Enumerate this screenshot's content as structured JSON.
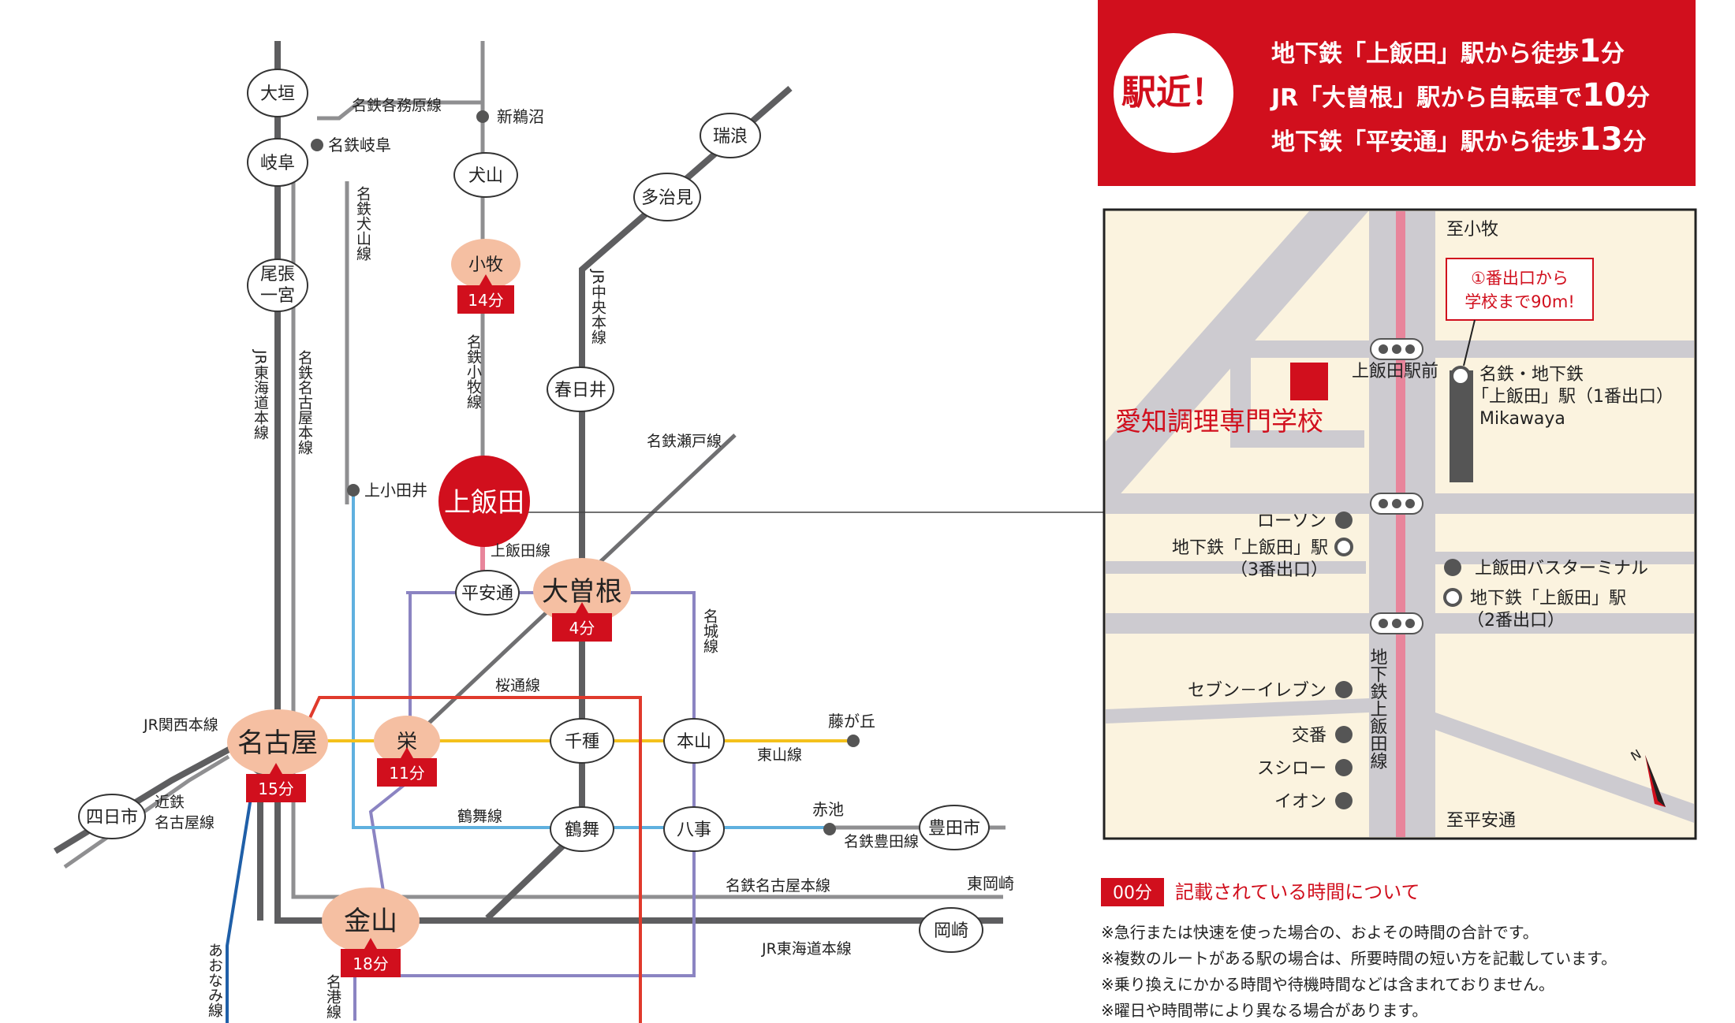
{
  "banner": {
    "badge": "駅近！",
    "lines": [
      {
        "pre": "地下鉄「上飯田」駅から徒歩",
        "num": "1",
        "post": "分"
      },
      {
        "pre": "JR「大曽根」駅から自転車で",
        "num": "10",
        "post": "分"
      },
      {
        "pre": "地下鉄「平安通」駅から徒歩",
        "num": "13",
        "post": "分"
      }
    ]
  },
  "rail_map": {
    "stations": {
      "oogaki": "大垣",
      "gifu": "岐阜",
      "owari_line1": "尾張",
      "owari_line2": "一宮",
      "inuyama": "犬山",
      "komaki": "小牧",
      "tajimi": "多治見",
      "mizunami": "瑞浪",
      "kasugai": "春日井",
      "kamiiida": "上飯田",
      "heiando": "平安通",
      "ozone": "大曽根",
      "nagoya": "名古屋",
      "sakae": "栄",
      "chikusa": "千種",
      "motoyama": "本山",
      "tsurumai": "鶴舞",
      "yagoto": "八事",
      "kanayama": "金山",
      "yokkaichi": "四日市",
      "toyotashi": "豊田市",
      "okazaki": "岡崎",
      "shin_unuma": "新鵜沼",
      "meitetsu_gifu": "名鉄岐阜",
      "kamiotai": "上小田井",
      "fujigaoka": "藤が丘",
      "akaike": "赤池",
      "higashiokazaki": "東岡崎"
    },
    "times": {
      "komaki": "14分",
      "ozone": "4分",
      "sakae": "11分",
      "nagoya": "15分",
      "kanayama": "18分"
    },
    "lines": {
      "kakamigahara": "名鉄各務原線",
      "inuyama_v": "名鉄犬山線",
      "komaki_v": "名鉄小牧線",
      "chuo_v": "JR中央本線",
      "tokaido_v": "JR東海道本線",
      "meitetsu_nagoya_v": "名鉄名古屋本線",
      "seto": "名鉄瀬戸線",
      "kamiiida_line": "上飯田線",
      "meijo_v": "名城線",
      "sakuradori": "桜通線",
      "kansai": "JR関西本線",
      "higashiyama": "東山線",
      "tsurumai": "鶴舞線",
      "toyota": "名鉄豊田線",
      "kintetsu_line1": "近鉄",
      "kintetsu_line2": "名古屋線",
      "meitetsu_nagoya": "名鉄名古屋本線",
      "jr_tokaido": "JR東海道本線",
      "aonami_v": "あおなみ線",
      "meiko_v": "名港線"
    }
  },
  "area_map": {
    "to_komaki": "至小牧",
    "to_heiando": "至平安通",
    "callout": [
      "①番出口から",
      "学校まで90m!"
    ],
    "school_name": "愛知調理専門学校",
    "signal_label": "上飯田駅前",
    "exit1": [
      "名鉄・地下鉄",
      "「上飯田」駅（1番出口）",
      "Mikawaya"
    ],
    "lawson": "ローソン",
    "exit3": [
      "地下鉄「上飯田」駅",
      "（3番出口）"
    ],
    "bus_terminal": "上飯田バスターミナル",
    "exit2": [
      "地下鉄「上飯田」駅",
      "（2番出口）"
    ],
    "subway_line": "地下鉄上飯田線",
    "seven": "セブン－イレブン",
    "koban": "交番",
    "sushiro": "スシロー",
    "aeon": "イオン",
    "north_mark": "N"
  },
  "notes": {
    "legend_badge": "00分",
    "legend_title": "記載されている時間について",
    "items": [
      "※急行または快速を使った場合の、およその時間の合計です。",
      "※複数のルートがある駅の場合は、所要時間の短い方を記載しています。",
      "※乗り換えにかかる時間や待機時間などは含まれておりません。",
      "※曜日や時間帯により異なる場合があります。"
    ]
  },
  "colors": {
    "brand_red": "#d10f1d",
    "station_peach": "#f5bfa2",
    "subway_pink": "#e8859b",
    "map_bg": "#fbf3df",
    "road_gray": "#cdcbd0",
    "higashiyama_yellow": "#f4c11c",
    "tsurumai_blue": "#5fb0df",
    "meijo_purple": "#8b84c2",
    "sakuradori_red": "#e03a2c",
    "aonami_blue": "#1f5fa8"
  }
}
